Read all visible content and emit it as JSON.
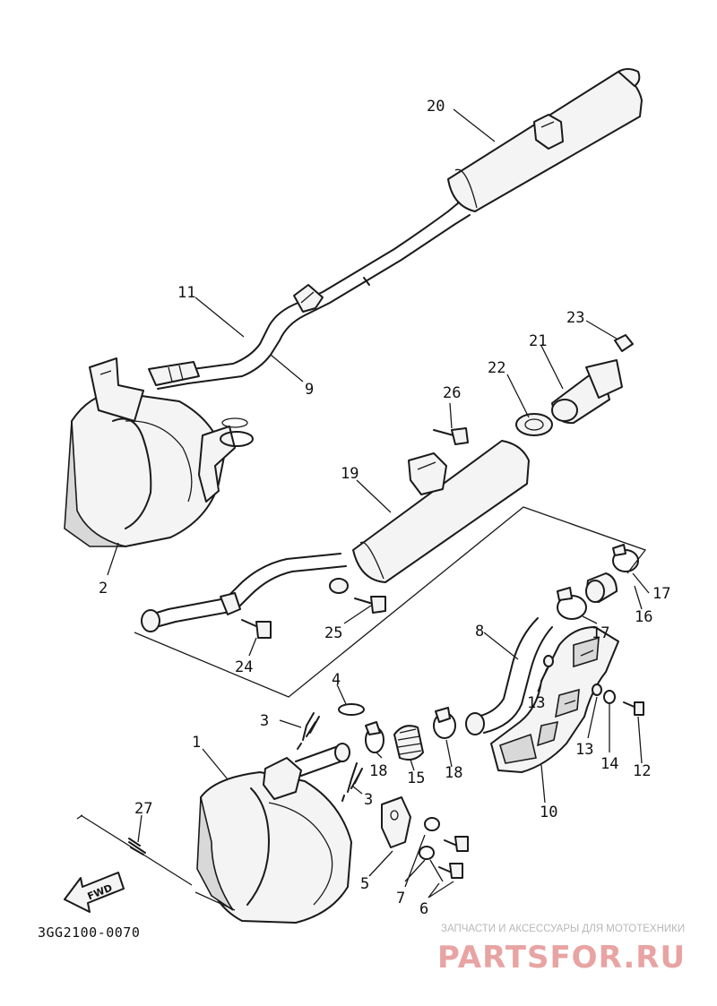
{
  "diagram": {
    "code": "3GG2100-0070",
    "fwd_label": "FWD",
    "callouts": {
      "c1": "1",
      "c2": "2",
      "c3a": "3",
      "c3b": "3",
      "c4": "4",
      "c5": "5",
      "c6": "6",
      "c7": "7",
      "c8": "8",
      "c9": "9",
      "c10": "10",
      "c11": "11",
      "c12": "12",
      "c13a": "13",
      "c13b": "13",
      "c14": "14",
      "c15": "15",
      "c16": "16",
      "c17a": "17",
      "c17b": "17",
      "c18a": "18",
      "c18b": "18",
      "c19": "19",
      "c20": "20",
      "c21": "21",
      "c22": "22",
      "c23": "23",
      "c24": "24",
      "c25": "25",
      "c26": "26",
      "c27": "27"
    }
  },
  "watermark": {
    "caption": "ЗАПЧАСТИ И АКСЕССУАРЫ ДЛЯ МОТОТЕХНИКИ",
    "brand": "PARTSFOR.RU"
  }
}
